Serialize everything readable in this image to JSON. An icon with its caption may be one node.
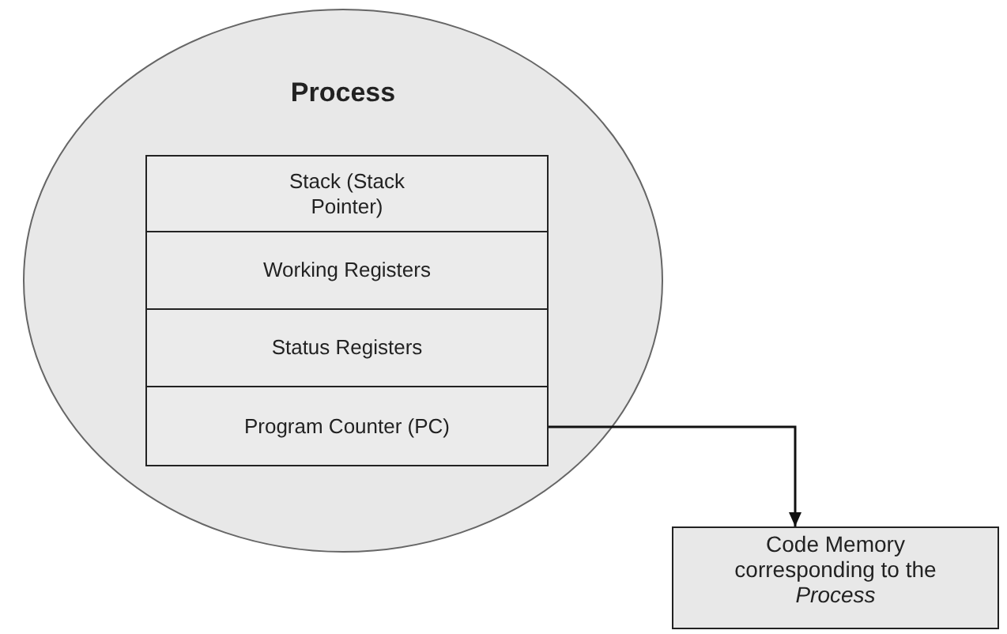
{
  "diagram": {
    "nodes": [
      {
        "text": [
          "Process"
        ]
      },
      {
        "text": [
          "Stack (Stack Pointer)"
        ],
        "in": 0
      },
      {
        "text": [
          "Working Registers"
        ],
        "in": 0
      },
      {
        "text": [
          "Status Registers"
        ],
        "in": 0
      },
      {
        "text": [
          "Program Counter (PC)"
        ],
        "in": 0
      },
      {
        "text": [
          "Code Memory corresponding to the *Process*"
        ]
      }
    ],
    "edges": [
      {
        "from": 4,
        "to": 5,
        "arrow": "to"
      }
    ]
  }
}
